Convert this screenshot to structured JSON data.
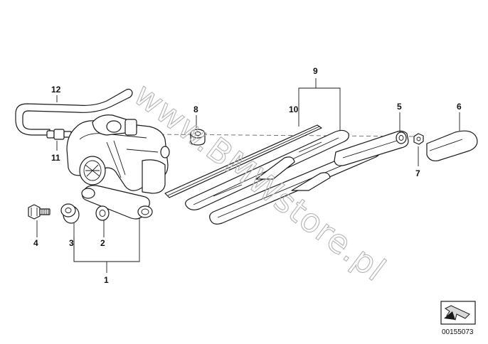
{
  "diagram": {
    "callouts": {
      "c1": "1",
      "c2": "2",
      "c3": "3",
      "c4": "4",
      "c5": "5",
      "c6": "6",
      "c7": "7",
      "c8": "8",
      "c9": "9",
      "c10": "10",
      "c11": "11",
      "c12": "12"
    },
    "watermark": "www.BMWstore.pl",
    "reference_number": "00155073",
    "nav_icon": "arrow-down-left-icon"
  }
}
